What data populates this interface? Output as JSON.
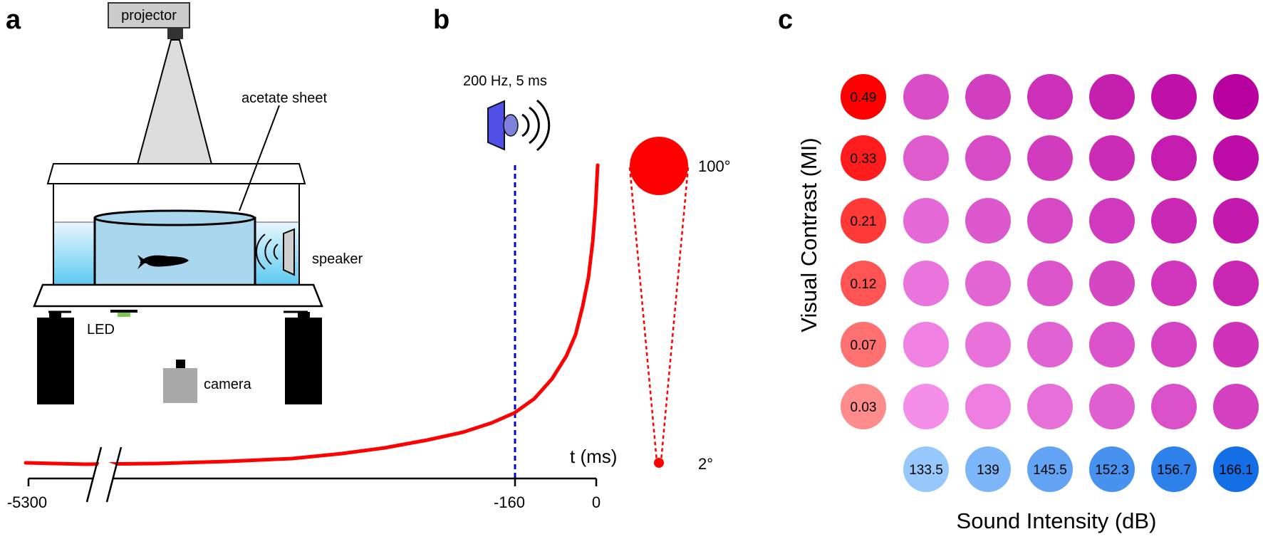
{
  "panel_a": {
    "letter": "a",
    "labels": {
      "projector": "projector",
      "acetate_sheet": "acetate sheet",
      "speaker": "speaker",
      "led": "LED",
      "camera": "camera"
    }
  },
  "panel_b": {
    "letter": "b",
    "stimulus_label": "200 Hz, 5 ms",
    "x_axis_label": "t (ms)",
    "ticks": [
      "-5300",
      "-160",
      "0"
    ],
    "size_large": "100°",
    "size_small": "2°"
  },
  "panel_c": {
    "letter": "c",
    "ylabel": "Visual Contrast (MI)",
    "xlabel": "Sound Intensity (dB)",
    "contrast_values": [
      "0.49",
      "0.33",
      "0.21",
      "0.12",
      "0.07",
      "0.03"
    ],
    "sound_values": [
      "133.5",
      "139",
      "145.5",
      "152.3",
      "156.7",
      "166.1"
    ]
  },
  "colors": {
    "red": "#ff0000",
    "stimulus_line": "#0000cc",
    "speaker_blue": "#5050e8",
    "water": "#bfe4f7"
  }
}
